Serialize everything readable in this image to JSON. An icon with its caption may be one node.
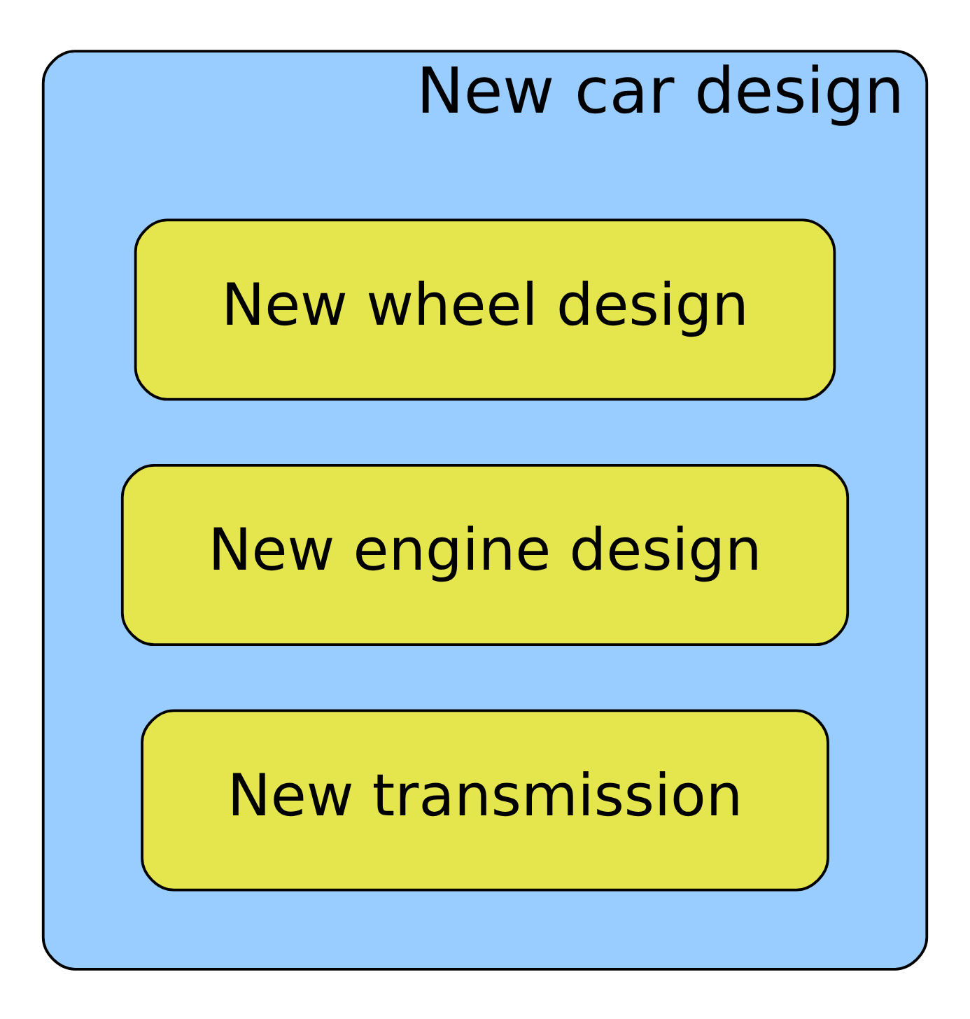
{
  "diagram": {
    "nodes": [
      {
        "text": [
          "New car design"
        ]
      },
      {
        "text": [
          "New wheel design"
        ],
        "in": 0
      },
      {
        "text": [
          "New engine design"
        ],
        "in": 0
      },
      {
        "text": [
          "New transmission"
        ],
        "in": 0
      }
    ]
  }
}
